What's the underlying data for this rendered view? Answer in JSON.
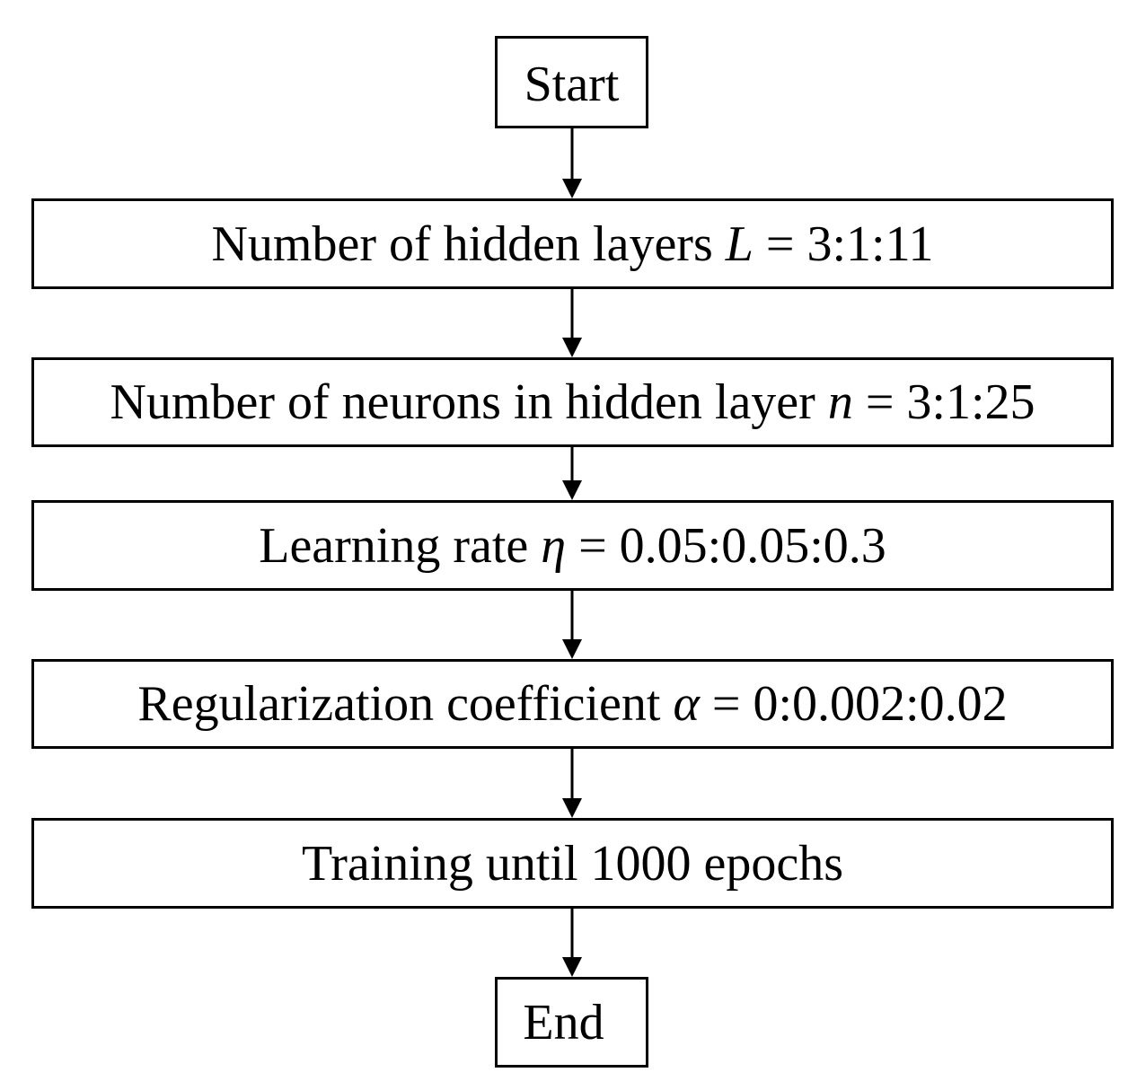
{
  "flowchart": {
    "start": {
      "label": "Start"
    },
    "steps": [
      {
        "text": "Number of hidden layers ",
        "symbol": "L",
        "range": " = 3:1:11"
      },
      {
        "text": "Number of neurons in hidden layer ",
        "symbol": "n",
        "range": " = 3:1:25"
      },
      {
        "text": "Learning rate ",
        "symbol": "η",
        "range": " = 0.05:0.05:0.3"
      },
      {
        "text": "Regularization coefficient ",
        "symbol": "α",
        "range": " = 0:0.002:0.02"
      },
      {
        "text": "Training until 1000 epochs",
        "symbol": "",
        "range": ""
      }
    ],
    "end": {
      "label": "End"
    }
  }
}
